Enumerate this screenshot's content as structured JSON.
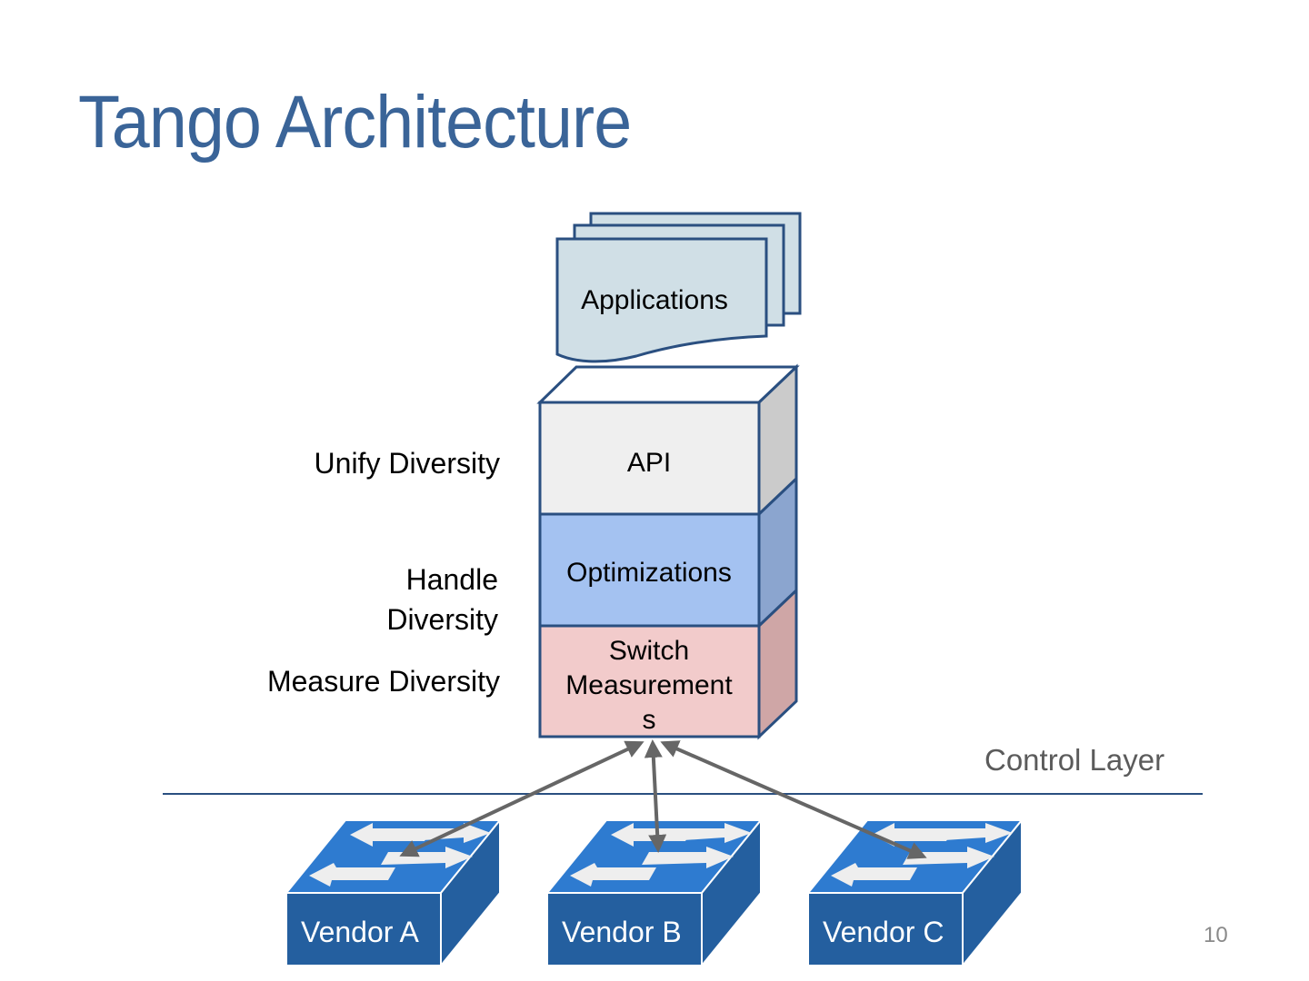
{
  "slide": {
    "title": "Tango Architecture",
    "page_number": "10"
  },
  "stack": {
    "applications": "Applications",
    "api": "API",
    "optimizations": "Optimizations",
    "switch_measurements": [
      "Switch",
      "Measurement",
      "s"
    ]
  },
  "side_labels": {
    "unify": "Unify Diversity",
    "handle_line1": "Handle",
    "handle_line2": "Diversity",
    "measure": "Measure Diversity"
  },
  "control_layer": "Control Layer",
  "vendors": [
    "Vendor A",
    "Vendor B",
    "Vendor C"
  ],
  "colors": {
    "title": "#3a6498",
    "outline": "#2a4f80",
    "app_fill": "#d0dfe6",
    "api_fill": "#efefef",
    "api_side": "#cbcbcb",
    "opt_fill": "#a4c2f1",
    "opt_side": "#8ba5cf",
    "meas_fill": "#f2cbcb",
    "meas_side": "#cfa6a6",
    "switch_top": "#2e7bd0",
    "switch_front": "#245f9f",
    "arrow": "#666666",
    "divider": "#2a4f80"
  }
}
